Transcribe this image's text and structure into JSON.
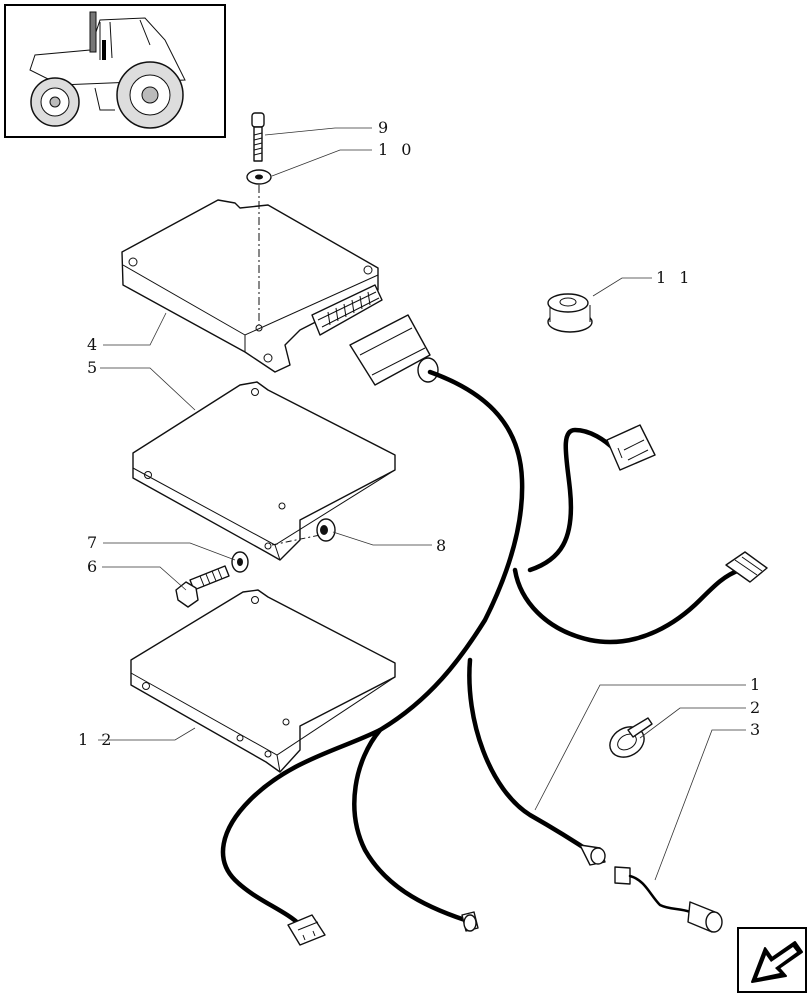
{
  "callouts": {
    "c1": "1",
    "c2": "2",
    "c3": "3",
    "c4": "4",
    "c5": "5",
    "c6": "6",
    "c7": "7",
    "c8": "8",
    "c9": "9",
    "c10": "1 0",
    "c11": "1 1",
    "c12": "1 2"
  },
  "icons": {
    "thumbnail": "tractor-thumbnail-icon",
    "navigation": "next-page-arrow-icon"
  }
}
